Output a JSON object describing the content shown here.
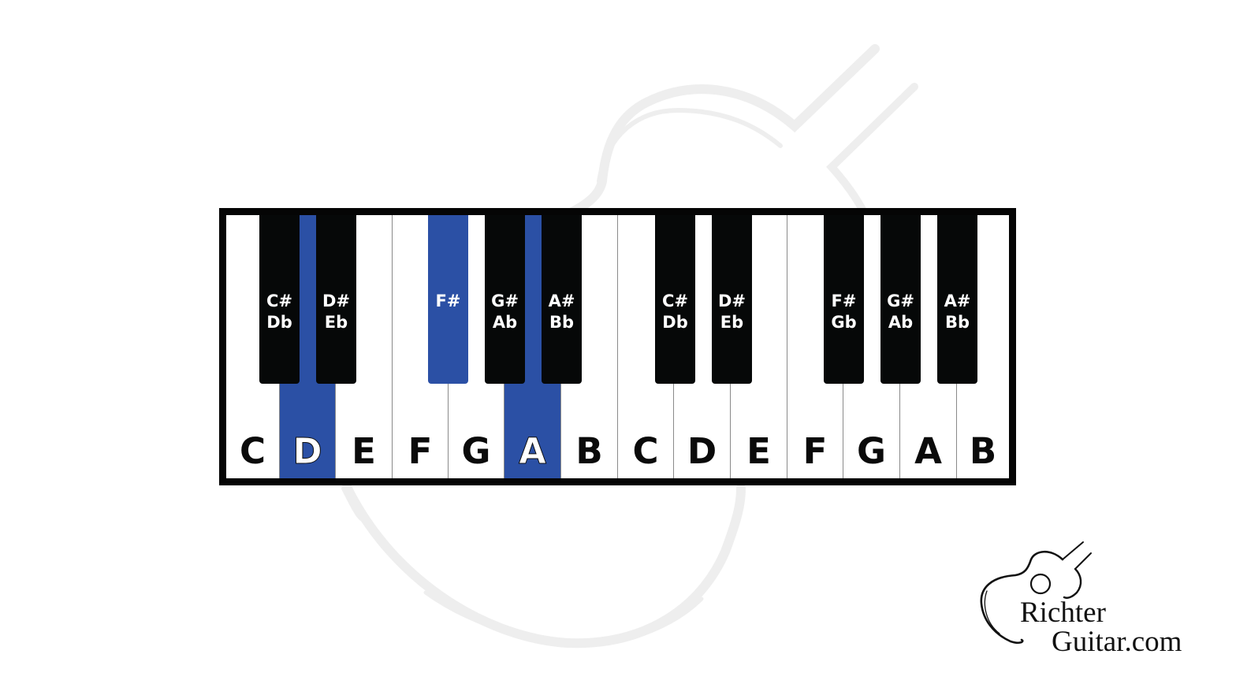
{
  "diagram": {
    "type": "piano-keyboard",
    "highlight_color": "#2b50a5",
    "highlighted_notes": [
      "D",
      "F#",
      "A"
    ],
    "white_keys": [
      {
        "label": "C",
        "highlighted": false
      },
      {
        "label": "D",
        "highlighted": true
      },
      {
        "label": "E",
        "highlighted": false
      },
      {
        "label": "F",
        "highlighted": false
      },
      {
        "label": "G",
        "highlighted": false
      },
      {
        "label": "A",
        "highlighted": true
      },
      {
        "label": "B",
        "highlighted": false
      },
      {
        "label": "C",
        "highlighted": false
      },
      {
        "label": "D",
        "highlighted": false
      },
      {
        "label": "E",
        "highlighted": false
      },
      {
        "label": "F",
        "highlighted": false
      },
      {
        "label": "G",
        "highlighted": false
      },
      {
        "label": "A",
        "highlighted": false
      },
      {
        "label": "B",
        "highlighted": false
      }
    ],
    "black_keys": [
      {
        "sharp": "C#",
        "flat": "Db",
        "highlighted": false
      },
      {
        "sharp": "D#",
        "flat": "Eb",
        "highlighted": false
      },
      {
        "sharp": "F#",
        "flat": "",
        "highlighted": true
      },
      {
        "sharp": "G#",
        "flat": "Ab",
        "highlighted": false
      },
      {
        "sharp": "A#",
        "flat": "Bb",
        "highlighted": false
      },
      {
        "sharp": "C#",
        "flat": "Db",
        "highlighted": false
      },
      {
        "sharp": "D#",
        "flat": "Eb",
        "highlighted": false
      },
      {
        "sharp": "F#",
        "flat": "Gb",
        "highlighted": false
      },
      {
        "sharp": "G#",
        "flat": "Ab",
        "highlighted": false
      },
      {
        "sharp": "A#",
        "flat": "Bb",
        "highlighted": false
      }
    ]
  },
  "logo": {
    "line1": "Richter",
    "line2": "Guitar.com",
    "icon": "guitar-outline-icon"
  }
}
